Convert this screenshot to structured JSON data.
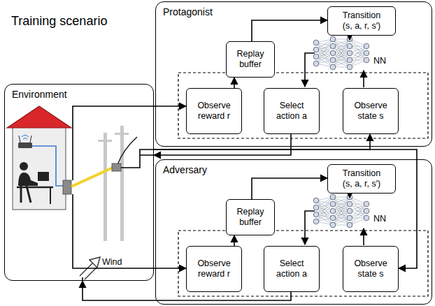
{
  "diagram": {
    "title": "Training scenario",
    "nodes": [
      {
        "text": [
          "Environment"
        ]
      },
      {
        "text": [
          "Protagonist"
        ]
      },
      {
        "text": [
          "Replay buffer"
        ],
        "in": 1
      },
      {
        "text": [
          "Transition",
          "(s, a, r, s′)"
        ],
        "in": 1
      },
      {
        "text": [
          "Observe reward r"
        ],
        "in": 1
      },
      {
        "text": [
          "Select action a"
        ],
        "in": 1
      },
      {
        "text": [
          "Observe state s"
        ],
        "in": 1
      },
      {
        "text": [
          "Adversary"
        ]
      },
      {
        "text": [
          "Replay buffer"
        ],
        "in": 7
      },
      {
        "text": [
          "Transition",
          "(s, a, r, s′)"
        ],
        "in": 7
      },
      {
        "text": [
          "Observe reward r"
        ],
        "in": 7
      },
      {
        "text": [
          "Select action a"
        ],
        "in": 7
      },
      {
        "text": [
          "Observe state s"
        ],
        "in": 7
      }
    ],
    "edges": [
      {
        "from": 4,
        "to": 2,
        "arrow": "to"
      },
      {
        "from": 2,
        "to": 3,
        "arrow": "to"
      },
      {
        "from": 0,
        "to": 4,
        "arrow": "to"
      },
      {
        "from": 5,
        "to": 0,
        "arrow": "to"
      },
      {
        "from": 0,
        "to": 6,
        "arrow": "to"
      },
      {
        "from": 10,
        "to": 8,
        "arrow": "to"
      },
      {
        "from": 8,
        "to": 9,
        "arrow": "to"
      },
      {
        "from": 0,
        "to": 10,
        "arrow": "to"
      },
      {
        "from": 11,
        "to": 0,
        "arrow": "to"
      },
      {
        "from": 0,
        "to": 12,
        "arrow": "to"
      }
    ],
    "labels": [
      "NN",
      "NN",
      "Wind"
    ]
  }
}
